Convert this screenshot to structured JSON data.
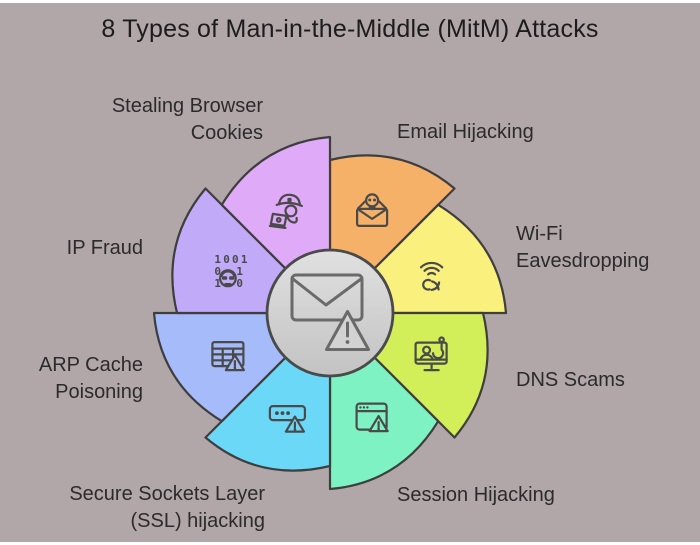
{
  "title": "8 Types of Man-in-the-Middle (MitM) Attacks",
  "colors": {
    "background": "#b2a7a8",
    "frame": "#ffffff",
    "blade_outline": "#3e3e3e",
    "icon_stroke": "#4a4a4a",
    "hub_fill_light": "#e0e0e0",
    "hub_fill_dark": "#c3c3c3",
    "hub_stroke": "#4a4a4a",
    "text": "#2b2b2b"
  },
  "wheel": {
    "segments": [
      {
        "id": "email-hijacking",
        "label": "Email Hijacking",
        "color": "#f6b168",
        "icon": "icon-skull-envelope",
        "startAngle": 90
      },
      {
        "id": "wifi-eavesdropping",
        "label": "Wi-Fi\nEavesdropping",
        "color": "#faf07d",
        "icon": "icon-wifi-ear",
        "startAngle": 45
      },
      {
        "id": "dns-scams",
        "label": "DNS Scams",
        "color": "#d2ee58",
        "icon": "icon-phishing-monitor",
        "startAngle": 0
      },
      {
        "id": "session-hijacking",
        "label": "Session Hijacking",
        "color": "#7ff2c4",
        "icon": "icon-browser-warning",
        "startAngle": -45
      },
      {
        "id": "ssl-hijacking",
        "label": "Secure Sockets Layer\n(SSL) hijacking",
        "color": "#6bd8f7",
        "icon": "icon-password-warning",
        "startAngle": -90
      },
      {
        "id": "arp-cache-poisoning",
        "label": "ARP Cache\nPoisoning",
        "color": "#a6bbfa",
        "icon": "icon-table-warning",
        "startAngle": -135
      },
      {
        "id": "ip-fraud",
        "label": "IP Fraud",
        "color": "#c1abf8",
        "icon": "icon-binary-spy",
        "startAngle": 180
      },
      {
        "id": "stealing-browser-cookies",
        "label": "Stealing Browser\nCookies",
        "color": "#dfaaf8",
        "icon": "icon-pirate-laptop",
        "startAngle": 135
      }
    ]
  },
  "binary_icon": {
    "row1": "1001",
    "row2_left": "0",
    "row2_right": "1",
    "row3_left": "1",
    "row3_right": "0"
  }
}
